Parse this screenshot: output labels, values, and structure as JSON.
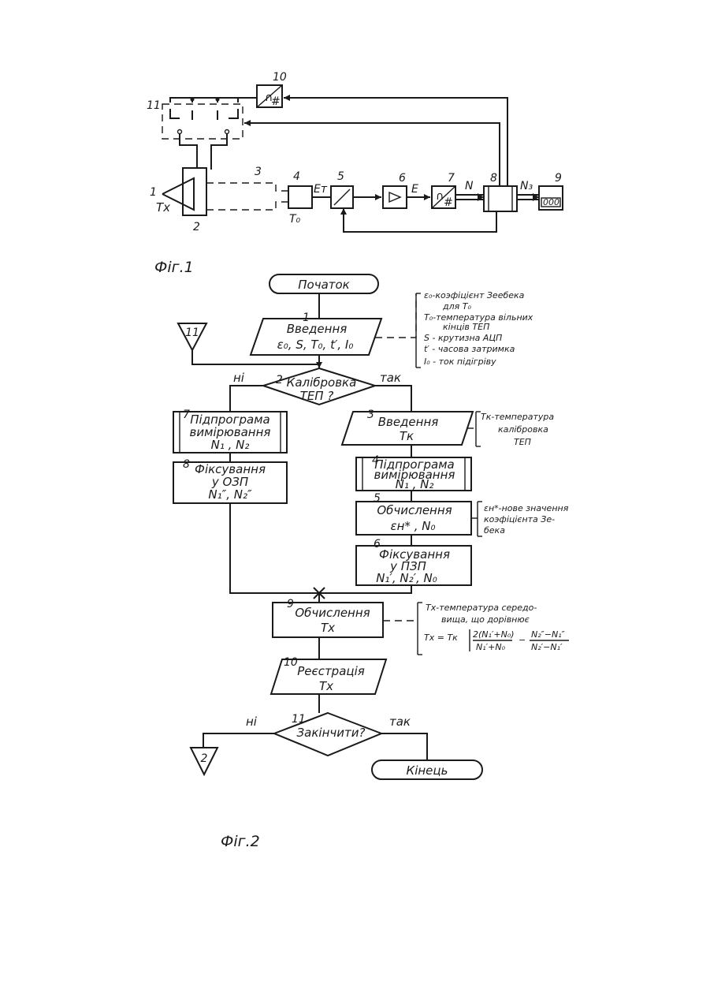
{
  "fig1": {
    "caption": "Фіг.1",
    "block_numbers": [
      "1",
      "2",
      "3",
      "4",
      "5",
      "6",
      "7",
      "8",
      "9",
      "10",
      "11"
    ],
    "labels": {
      "tx": "Tx",
      "t0": "T₀",
      "et": "Eт",
      "e": "E",
      "n": "N",
      "n3": "N₃",
      "display": "000"
    }
  },
  "fig2": {
    "caption": "Фіг.2",
    "start": "Початок",
    "end": "Кінець",
    "connector_in": "11",
    "connector_out": "2",
    "blocks": [
      {
        "num": "1",
        "l1": "Введення",
        "l2": "ε₀, S, T₀, t′, I₀"
      },
      {
        "num": "2",
        "l1": "Калібровка",
        "l2": "ТЕП ?"
      },
      {
        "num": "3",
        "l1": "Введення",
        "l2": "Tк"
      },
      {
        "num": "4",
        "l1": "Підпрограма",
        "l2": "вимірювання",
        "l3": "N₁ , N₂"
      },
      {
        "num": "5",
        "l1": "Обчислення",
        "l2": "εн* , N₀"
      },
      {
        "num": "6",
        "l1": "Фіксування",
        "l2": "у ПЗП",
        "l3": "N₁′, N₂′, N₀"
      },
      {
        "num": "7",
        "l1": "Підпрограма",
        "l2": "вимірювання",
        "l3": "N₁ , N₂"
      },
      {
        "num": "8",
        "l1": "Фіксування",
        "l2": "у ОЗП",
        "l3": "N₁″, N₂″"
      },
      {
        "num": "9",
        "l1": "Обчислення",
        "l2": "Tx"
      },
      {
        "num": "10",
        "l1": "Реєстрація",
        "l2": "Tx"
      },
      {
        "num": "11",
        "l1": "Закінчити?"
      }
    ],
    "branch": {
      "no": "ні",
      "yes": "так"
    },
    "notes": {
      "n1": [
        "ε₀-коэфіцієнт Зеебека",
        "для T₀",
        "T₀-температура вільних",
        "кінців ТЕП",
        "S - крутизна АЦП",
        "t′ - часова затримка",
        "I₀ - ток підігріву"
      ],
      "n3": [
        "Tк-температура",
        "калібровка",
        "ТЕП"
      ],
      "n5": [
        "εн*-нове значення",
        "коэфіцієнта Зе-",
        "бека"
      ],
      "n9": [
        "Tx-температура середо-",
        "вища, що дорівнює"
      ],
      "formula": {
        "lhs": "Tx = Tк",
        "f1_num": "2(N₁′+N₀)",
        "f1_den": "N₁′+N₀",
        "minus": "−",
        "f2_num": "N₂″−N₁″",
        "f2_den": "N₂′−N₁′"
      }
    }
  }
}
